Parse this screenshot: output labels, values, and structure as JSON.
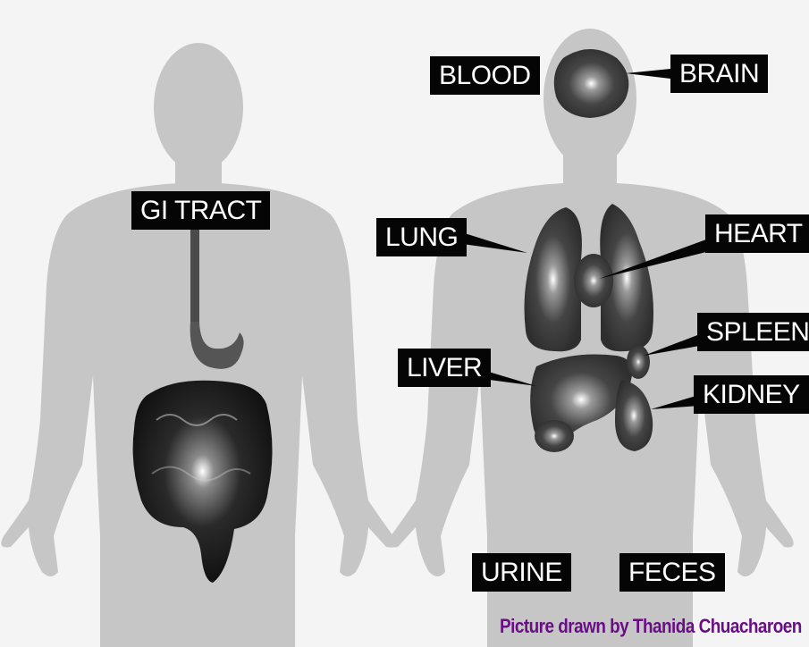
{
  "labels": {
    "gi_tract": "GI TRACT",
    "blood": "BLOOD",
    "brain": "BRAIN",
    "lung": "LUNG",
    "heart": "HEART",
    "spleen": "SPLEEN",
    "liver": "LIVER",
    "kidney": "KIDNEY",
    "urine": "URINE",
    "feces": "FECES"
  },
  "credit": "Picture drawn by Thanida Chuacharoen",
  "colors": {
    "background": "#f4f4f4",
    "body_silhouette": "#c6c6c6",
    "organ_dark": "#3a3a3a",
    "label_bg": "#050505",
    "label_text": "#ffffff",
    "credit_text": "#6a0e86"
  }
}
